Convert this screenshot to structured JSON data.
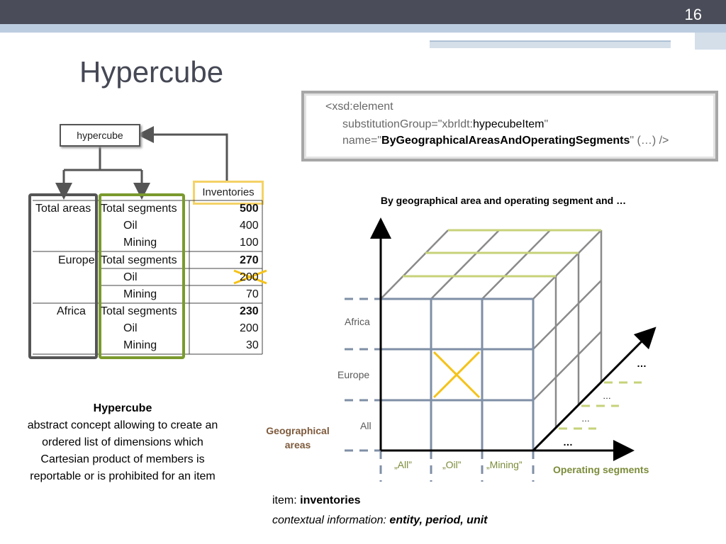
{
  "slide_number": "16",
  "title": "Hypercube",
  "code": {
    "line1": "<xsd:element",
    "line2_prefix": "substitutionGroup=\"xbrldt:",
    "line2_value": "hypecubeItem",
    "line2_suffix": "\"",
    "line3_prefix": "name=\"",
    "line3_value": "ByGeographicalAreasAndOperatingSegments",
    "line3_suffix": "\" (…) />"
  },
  "hypercube_box": "hypercube",
  "inventories_box": "Inventories",
  "table": {
    "rows": [
      {
        "area": "Total areas",
        "segment": "Total segments",
        "value": "500",
        "bold": true
      },
      {
        "area": "",
        "segment": "Oil",
        "value": "400",
        "bold": false
      },
      {
        "area": "",
        "segment": "Mining",
        "value": "100",
        "bold": false
      },
      {
        "area": "Europe",
        "segment": "Total segments",
        "value": "270",
        "bold": true
      },
      {
        "area": "",
        "segment": "Oil",
        "value": "200",
        "bold": false
      },
      {
        "area": "",
        "segment": "Mining",
        "value": "70",
        "bold": false
      },
      {
        "area": "Africa",
        "segment": "Total segments",
        "value": "230",
        "bold": true
      },
      {
        "area": "",
        "segment": "Oil",
        "value": "200",
        "bold": false
      },
      {
        "area": "",
        "segment": "Mining",
        "value": "30",
        "bold": false
      }
    ]
  },
  "note": {
    "heading": "Hypercube",
    "body": "abstract concept allowing to create an ordered list of dimensions which Cartesian product of members is reportable or is prohibited for an item"
  },
  "diagram": {
    "title": "By geographical area and operating segment and …",
    "y_members": [
      "Africa",
      "Europe",
      "All"
    ],
    "y_axis_label": "Geographical areas",
    "x_members": [
      "„All”",
      "„Oil”",
      "„Mining”"
    ],
    "x_axis_label": "Operating segments",
    "depth_labels": [
      "…",
      "…",
      "…",
      "…"
    ],
    "colors": {
      "grid": "#7f8fa6",
      "top": "#c7d27a",
      "cross": "#f5c218",
      "green_text": "#7b8c3a",
      "brown_text": "#7e5a3c"
    }
  },
  "item_label": "item: ",
  "item_value": "inventories",
  "context_label": "contextual information: ",
  "context_value": "entity, period, unit"
}
